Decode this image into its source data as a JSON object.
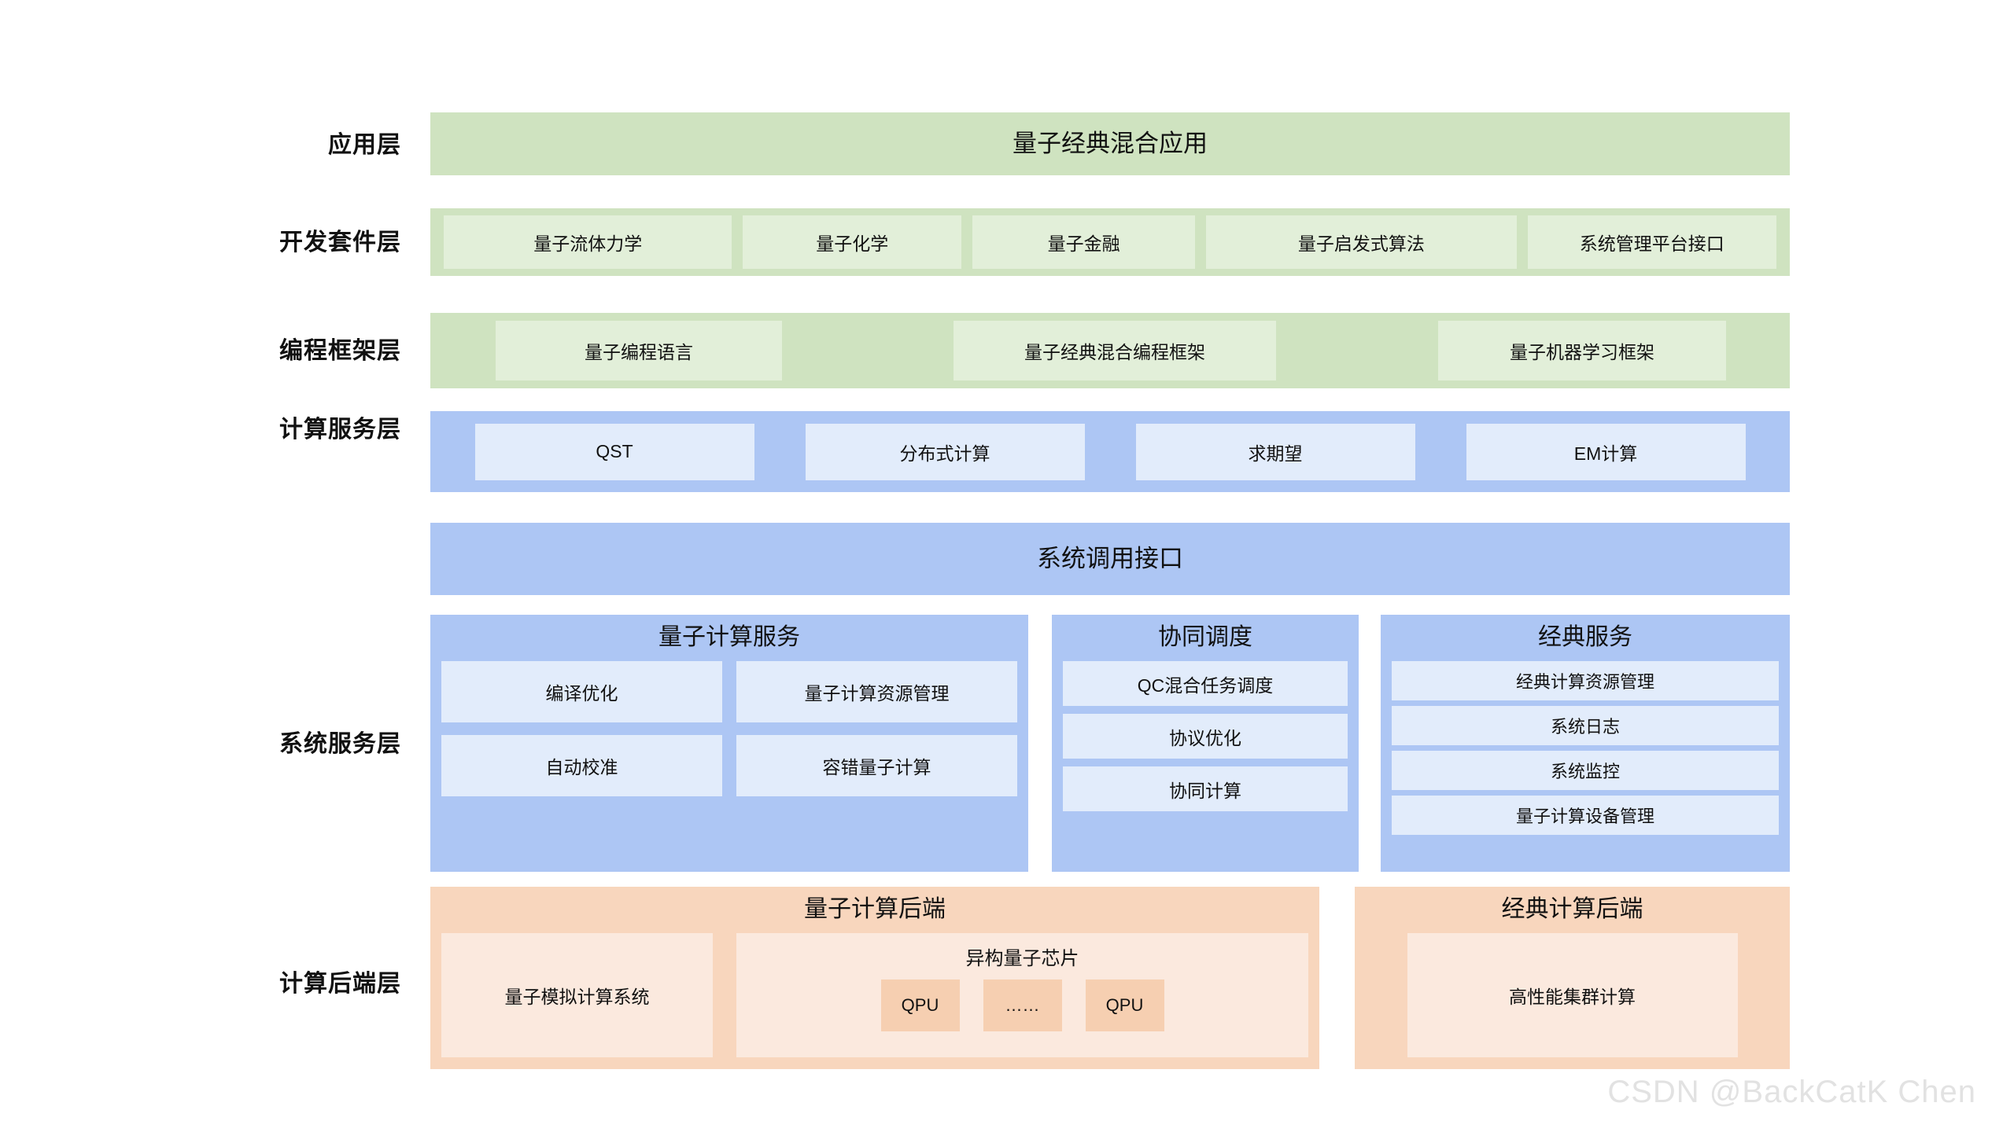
{
  "diagram": {
    "watermark": "CSDN @BackCatK Chen",
    "colors": {
      "green_band": "#cfe3c0",
      "green_chip": "#e2efd9",
      "blue_band": "#adc6f4",
      "blue_chip": "#e2ecfb",
      "orange_band": "#f8d6bd",
      "orange_chip": "#fbe9de",
      "orange_deep": "#f6cfb1"
    }
  },
  "labels": {
    "application": "应用层",
    "devkit": "开发套件层",
    "framework": "编程框架层",
    "compute_service": "计算服务层",
    "system_service": "系统服务层",
    "compute_backend": "计算后端层"
  },
  "application_layer": {
    "title": "量子经典混合应用"
  },
  "devkit_layer": {
    "items": [
      {
        "label": "量子流体力学"
      },
      {
        "label": "量子化学"
      },
      {
        "label": "量子金融"
      },
      {
        "label": "量子启发式算法"
      },
      {
        "label": "系统管理平台接口"
      }
    ]
  },
  "framework_layer": {
    "items": [
      {
        "label": "量子编程语言"
      },
      {
        "label": "量子经典混合编程框架"
      },
      {
        "label": "量子机器学习框架"
      }
    ]
  },
  "compute_service_layer": {
    "items": [
      {
        "label": "QST"
      },
      {
        "label": "分布式计算"
      },
      {
        "label": "求期望"
      },
      {
        "label": "EM计算"
      }
    ]
  },
  "system_call_interface": {
    "title": "系统调用接口"
  },
  "system_service_layer": {
    "panels": [
      {
        "title": "量子计算服务",
        "items": [
          {
            "label": "编译优化"
          },
          {
            "label": "量子计算资源管理"
          },
          {
            "label": "自动校准"
          },
          {
            "label": "容错量子计算"
          }
        ]
      },
      {
        "title": "协同调度",
        "items": [
          {
            "label": "QC混合任务调度"
          },
          {
            "label": "协议优化"
          },
          {
            "label": "协同计算"
          }
        ]
      },
      {
        "title": "经典服务",
        "items": [
          {
            "label": "经典计算资源管理"
          },
          {
            "label": "系统日志"
          },
          {
            "label": "系统监控"
          },
          {
            "label": "量子计算设备管理"
          }
        ]
      }
    ]
  },
  "compute_backend_layer": {
    "quantum": {
      "title": "量子计算后端",
      "simulator": "量子模拟计算系统",
      "chip_group_title": "异构量子芯片",
      "chips": [
        {
          "label": "QPU"
        },
        {
          "label": "……"
        },
        {
          "label": "QPU"
        }
      ]
    },
    "classical": {
      "title": "经典计算后端",
      "cluster": "高性能集群计算"
    }
  }
}
